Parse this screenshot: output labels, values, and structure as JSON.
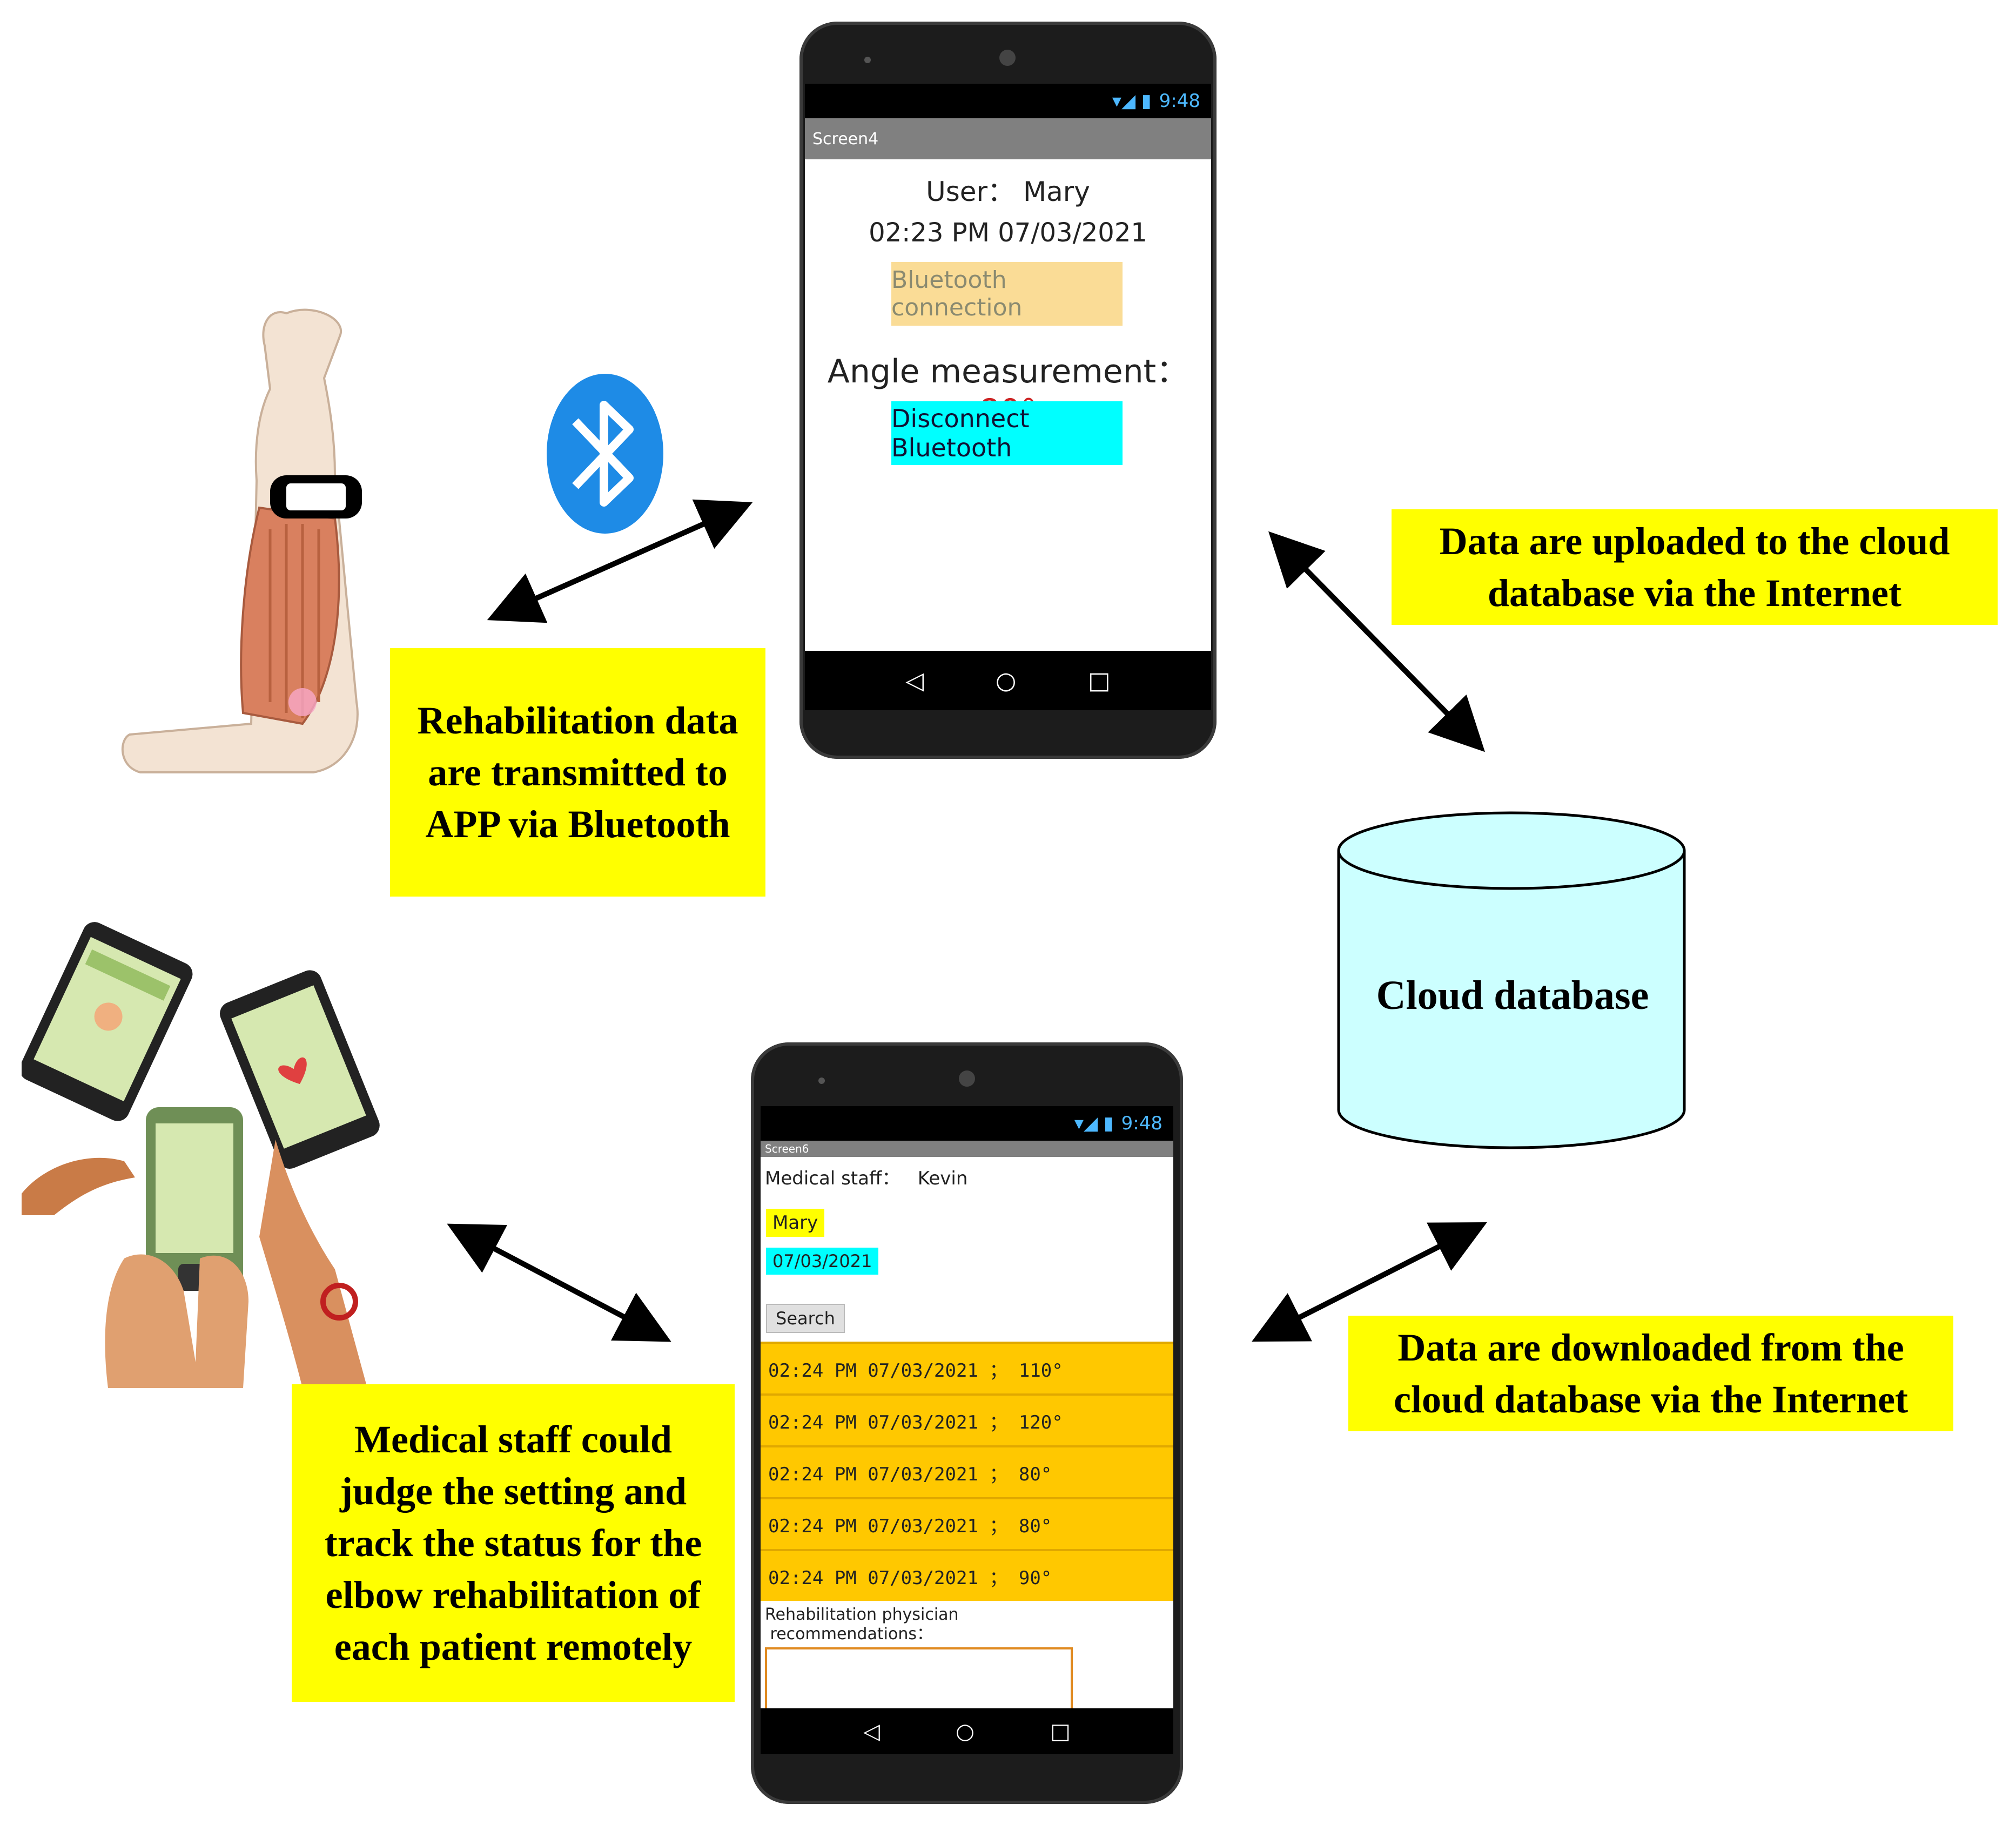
{
  "notes": {
    "bluetooth": "Rehabilitation data\nare transmitted to\nAPP via Bluetooth",
    "upload": "Data are uploaded to the cloud\ndatabase via the Internet",
    "download": "Data are downloaded  from the\ncloud database via the Internet",
    "medical": "Medical staff could\njudge the setting and\ntrack the status for the\nelbow rehabilitation of\neach patient  remotely"
  },
  "cloud": {
    "label": "Cloud database"
  },
  "phone_patient": {
    "time": "9:48",
    "title": "Screen4",
    "user": "User： Mary",
    "datetime": "02:23  PM  07/03/2021",
    "bt_connect": "Bluetooth connection",
    "angle_label": "Angle measurement：",
    "angle_value": "80°",
    "bt_disconnect": "Disconnect Bluetooth",
    "nav": [
      "◁",
      "○",
      "□"
    ]
  },
  "phone_staff": {
    "time": "9:48",
    "title": "Screen6",
    "staff": "Medical staff：   Kevin",
    "patient": "Mary",
    "date": "07/03/2021",
    "search": "Search",
    "records": [
      "02:24  PM  07/03/2021 ； 110°",
      "02:24  PM  07/03/2021 ； 120°",
      "02:24  PM  07/03/2021 ； 80°",
      "02:24  PM  07/03/2021 ； 80°",
      "02:24  PM  07/03/2021 ； 90°"
    ],
    "recommend_label": "Rehabilitation physician\n recommendations：",
    "nav": [
      "◁",
      "○",
      "□"
    ]
  },
  "colors": {
    "note_bg": "#ffff00",
    "cloud_fill": "#ccffff",
    "bt_blue": "#1e8be6",
    "btn_connect": "#fadc96",
    "btn_disconnect": "#00ffff",
    "record_bg": "#ffc800",
    "angle_red": "#cc2222"
  }
}
